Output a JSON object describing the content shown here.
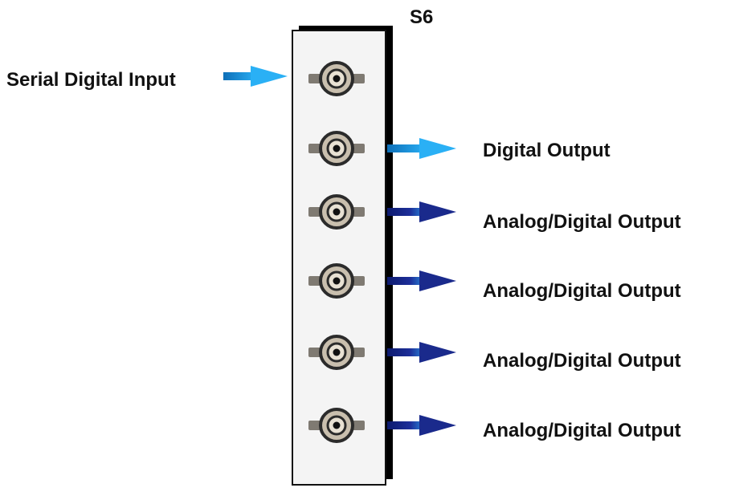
{
  "slot_label": "S6",
  "input": {
    "label": "Serial Digital Input",
    "arrow_color": "#1e9be8"
  },
  "outputs": [
    {
      "label": "Digital Output",
      "arrow_color": "#1e9be8"
    },
    {
      "label": "Analog/Digital Output",
      "arrow_color": "#1a2a8c"
    },
    {
      "label": "Analog/Digital Output",
      "arrow_color": "#1a2a8c"
    },
    {
      "label": "Analog/Digital Output",
      "arrow_color": "#1a2a8c"
    },
    {
      "label": "Analog/Digital Output",
      "arrow_color": "#1a2a8c"
    }
  ],
  "colors": {
    "panel_fill": "#f4f4f4",
    "panel_border": "#111111",
    "panel_shadow": "#000000",
    "connector_ring": "#2b2b2b",
    "connector_body": "#c9bfae",
    "connector_tab": "#7f7a72"
  }
}
